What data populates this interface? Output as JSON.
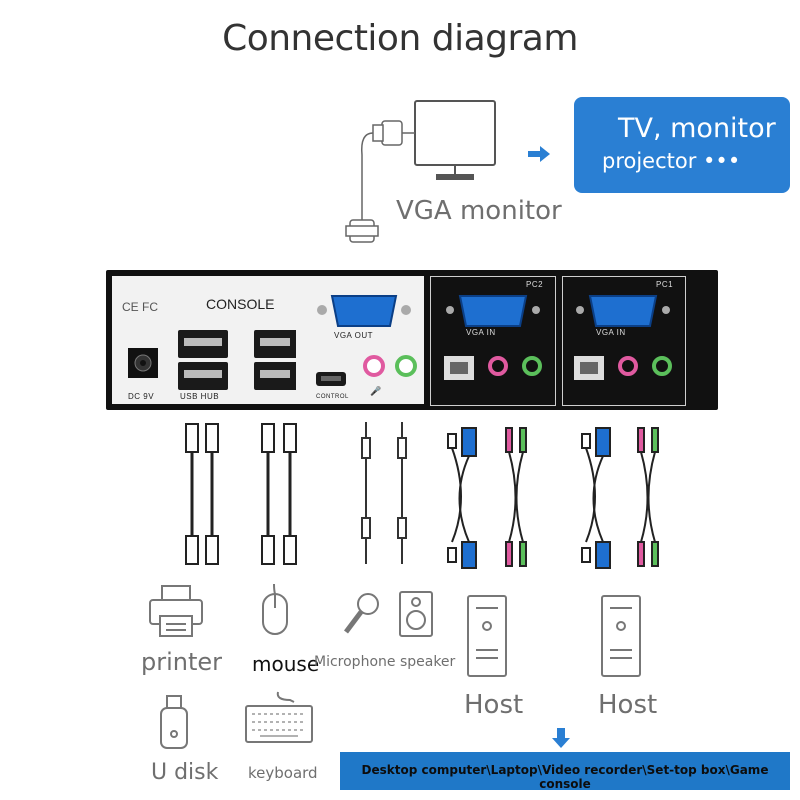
{
  "title": "Connection diagram",
  "monitor": {
    "label": "VGA monitor"
  },
  "target": {
    "line1": "TV, monitor",
    "line2": "projector •••"
  },
  "kvm": {
    "ce_fc": "CE  FC",
    "console": "CONSOLE",
    "vga_out": "VGA OUT",
    "usb_hub": "USB HUB",
    "dc": "DC 9V",
    "control": "CONTROL",
    "pc2": "PC2",
    "pc1": "PC1",
    "vga_in": "VGA IN"
  },
  "devices": {
    "printer": "printer",
    "mouse": "mouse",
    "mic_speaker": "Microphone speaker",
    "udisk": "U disk",
    "keyboard": "keyboard",
    "host1": "Host",
    "host2": "Host"
  },
  "bottom_bar": "Desktop computer\\Laptop\\Video recorder\\Set-top box\\Game console",
  "colors": {
    "accent_blue": "#2a7fd3",
    "vga_blue": "#1e6fd0",
    "pink": "#e05aa0",
    "green": "#5bbf5b"
  }
}
